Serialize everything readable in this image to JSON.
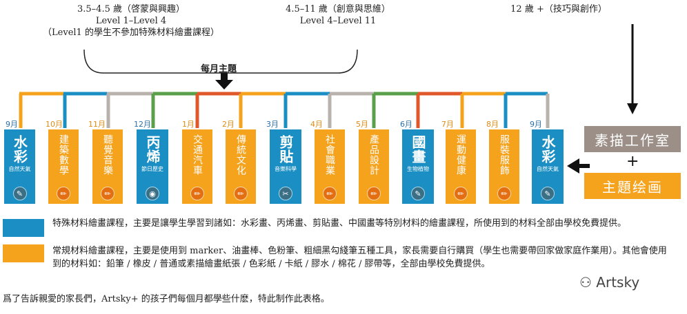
{
  "headers": {
    "group1": {
      "line1": "3.5–4.5 歲（啓蒙與興趣）",
      "line2": "Level 1–Level 4",
      "line3": "（Level1 的學生不參加特殊材料繪畫課程）"
    },
    "group2": {
      "line1": "4.5–11 歲（創意與思維）",
      "line2": "Level 4–Level 11"
    },
    "group3": {
      "line1": "12 歲 +（技巧與創作）"
    }
  },
  "monthly_topic": "每月主題",
  "months": [
    {
      "month": "9月",
      "title": "水彩",
      "subtitle": "自然天氣",
      "type": "special",
      "icon": "brush-cup-icon"
    },
    {
      "month": "10月",
      "title": "建築數學",
      "type": "regular",
      "icon": "pencil-icon"
    },
    {
      "month": "11月",
      "title": "聽覺音樂",
      "type": "regular",
      "icon": "pencil-icon"
    },
    {
      "month": "12月",
      "title": "丙烯",
      "subtitle": "節日歷史",
      "type": "special",
      "icon": "palette-icon"
    },
    {
      "month": "1月",
      "title": "交通汽車",
      "type": "regular",
      "icon": "pencil-icon"
    },
    {
      "month": "2月",
      "title": "傳統文化",
      "type": "regular",
      "icon": "pencil-icon"
    },
    {
      "month": "3月",
      "title": "剪貼",
      "subtitle": "音樂科學",
      "type": "special",
      "icon": "scissors-icon"
    },
    {
      "month": "4月",
      "title": "社會職業",
      "type": "regular",
      "icon": "pencil-icon"
    },
    {
      "month": "5月",
      "title": "產品設計",
      "type": "regular",
      "icon": "pencil-icon"
    },
    {
      "month": "6月",
      "title": "國畫",
      "subtitle": "生物植物",
      "type": "special",
      "icon": "brush-cup-icon"
    },
    {
      "month": "7月",
      "title": "運動健康",
      "type": "regular",
      "icon": "pencil-icon"
    },
    {
      "month": "8月",
      "title": "服裝服飾",
      "type": "regular",
      "icon": "pencil-icon"
    },
    {
      "month": "9月",
      "title": "水彩",
      "subtitle": "自然天氣",
      "type": "special",
      "icon": "brush-cup-icon"
    }
  ],
  "side": {
    "top": "素描工作室",
    "plus": "+",
    "bottom": "主題绘画"
  },
  "legend": {
    "special": "特殊材料繪畫課程，主要是讓學生學習到諸如：水彩畫、丙烯畫、剪貼畫、中國畫等特別材料的繪畫課程，所使用到的材料全部由學校免費提供。",
    "regular": "常規材料繪畫課程，主要是使用到 marker、油畫棒、色粉筆、粗細黑勾綫筆五種工具，家長需要自行購買（學生也需要帶回家做家庭作業用）。其他會使用到的材料如：鉛筆 / 橡皮 / 普通或素描繪畫紙張 / 色彩紙 / 卡紙 / 膠水 / 棉花 / 膠帶等，全部由學校免費提供。"
  },
  "footer": "爲了告訴親愛的家長們，Artsky+ 的孩子們每個月都學些什麽，特此制作此表格。",
  "watermark": "Artsky",
  "colors": {
    "special_blue": "#1b8fc4",
    "regular_orange": "#f5a21d",
    "side_gray": "#9b8f87",
    "line_gray": "#b8b2ad",
    "line_green": "#5aa04a",
    "line_red": "#e0582a"
  }
}
